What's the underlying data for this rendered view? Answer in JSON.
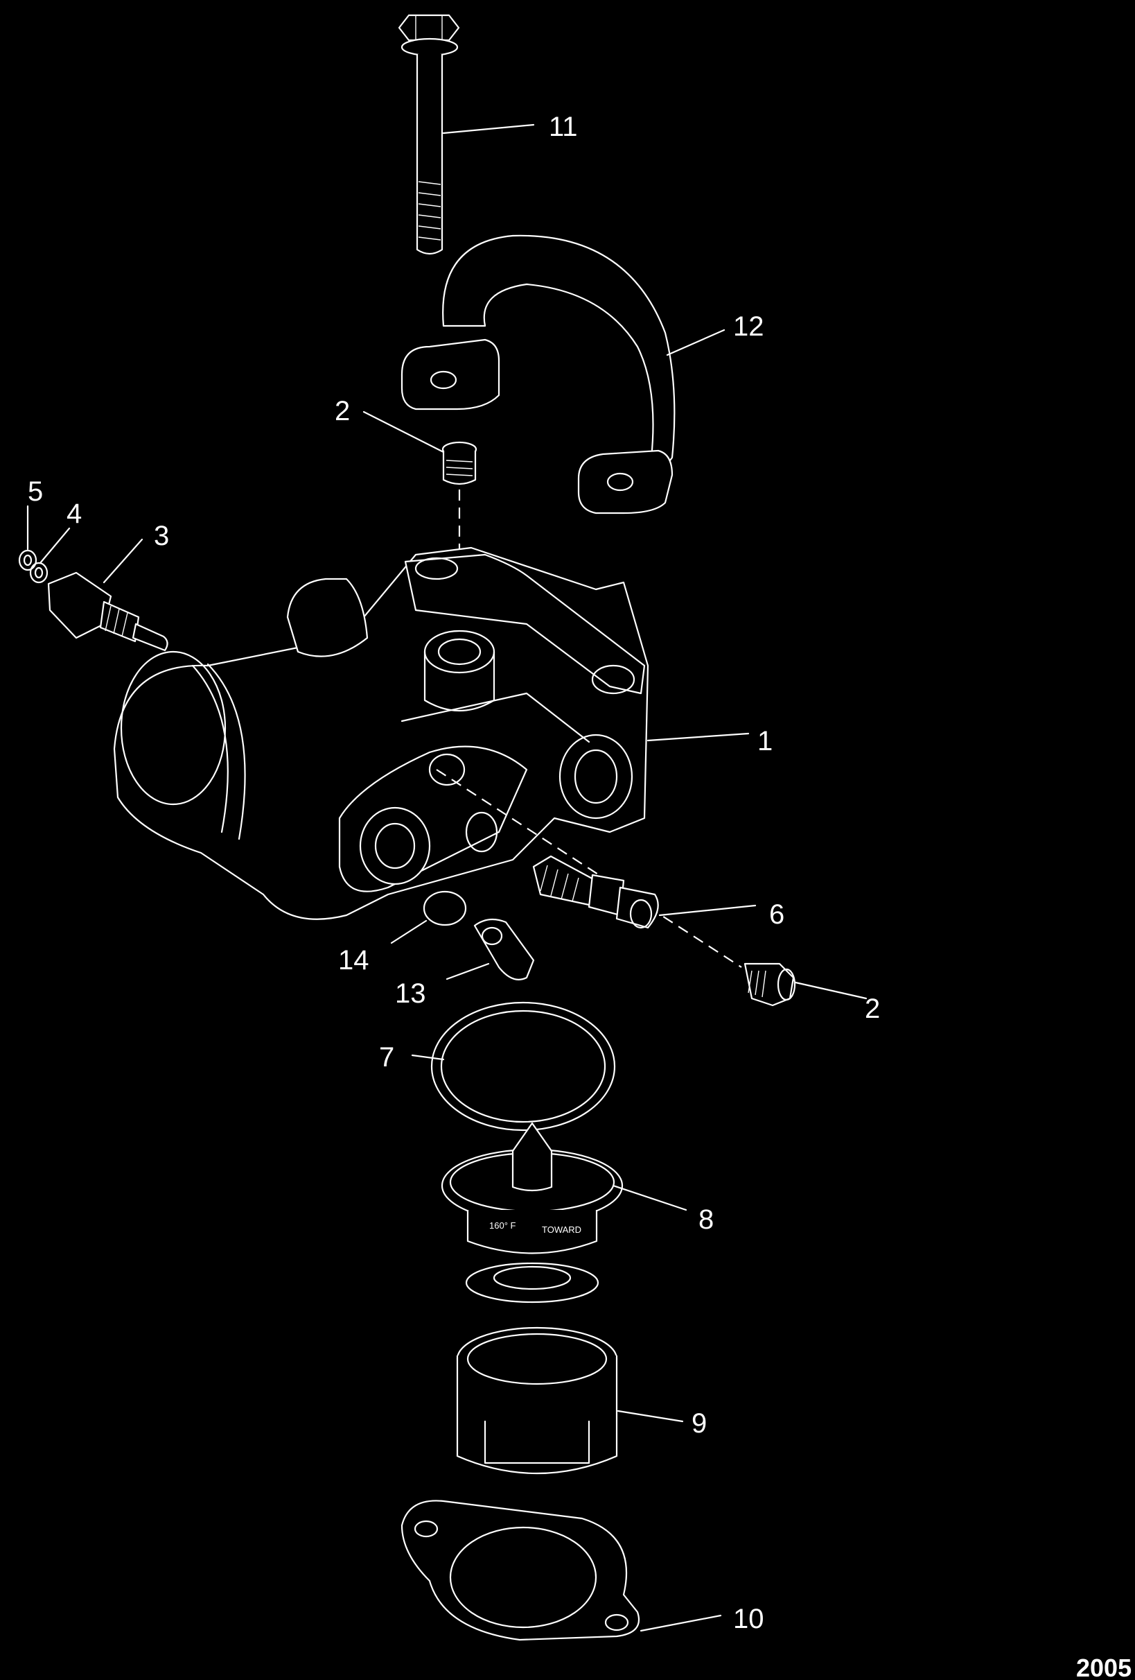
{
  "callouts": [
    {
      "id": "c1",
      "label": "1"
    },
    {
      "id": "c2a",
      "label": "2"
    },
    {
      "id": "c2b",
      "label": "2"
    },
    {
      "id": "c3",
      "label": "3"
    },
    {
      "id": "c4",
      "label": "4"
    },
    {
      "id": "c5",
      "label": "5"
    },
    {
      "id": "c6",
      "label": "6"
    },
    {
      "id": "c7",
      "label": "7"
    },
    {
      "id": "c8",
      "label": "8"
    },
    {
      "id": "c9",
      "label": "9"
    },
    {
      "id": "c10",
      "label": "10"
    },
    {
      "id": "c11",
      "label": "11"
    },
    {
      "id": "c12",
      "label": "12"
    },
    {
      "id": "c13",
      "label": "13"
    },
    {
      "id": "c14",
      "label": "14"
    }
  ],
  "thermostat_markings": {
    "temp": "160° F",
    "toward": "TOWARD"
  },
  "figure_id": "2005",
  "colors": {
    "background": "#000000",
    "linework": "#ffffff"
  }
}
